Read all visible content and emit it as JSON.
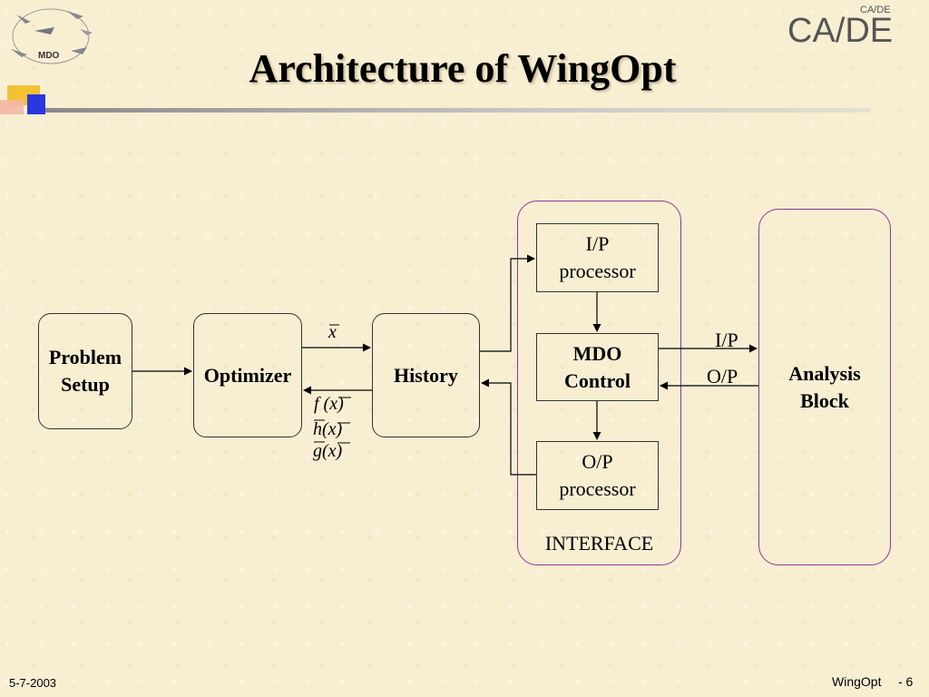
{
  "slide": {
    "title": "Architecture of WingOpt",
    "logo_left_text": "MDO",
    "logo_right_text": "CA/DE",
    "logo_right_small": "CA/DE"
  },
  "diagram": {
    "problem_setup": [
      "Problem",
      "Setup"
    ],
    "optimizer": "Optimizer",
    "history": "History",
    "ip_processor": [
      "I/P",
      "processor"
    ],
    "mdo_control": [
      "MDO",
      "Control"
    ],
    "op_processor": [
      "O/P",
      "processor"
    ],
    "interface_label": "INTERFACE",
    "analysis_block": [
      "Analysis",
      "Block"
    ],
    "arrow_ip_label": "I/P",
    "arrow_op_label": "O/P",
    "design_var": "x",
    "responses": [
      "f (x)",
      "h(x)",
      "g(x)"
    ]
  },
  "footer": {
    "date": "5-7-2003",
    "name": "WingOpt",
    "page": "- 6"
  }
}
